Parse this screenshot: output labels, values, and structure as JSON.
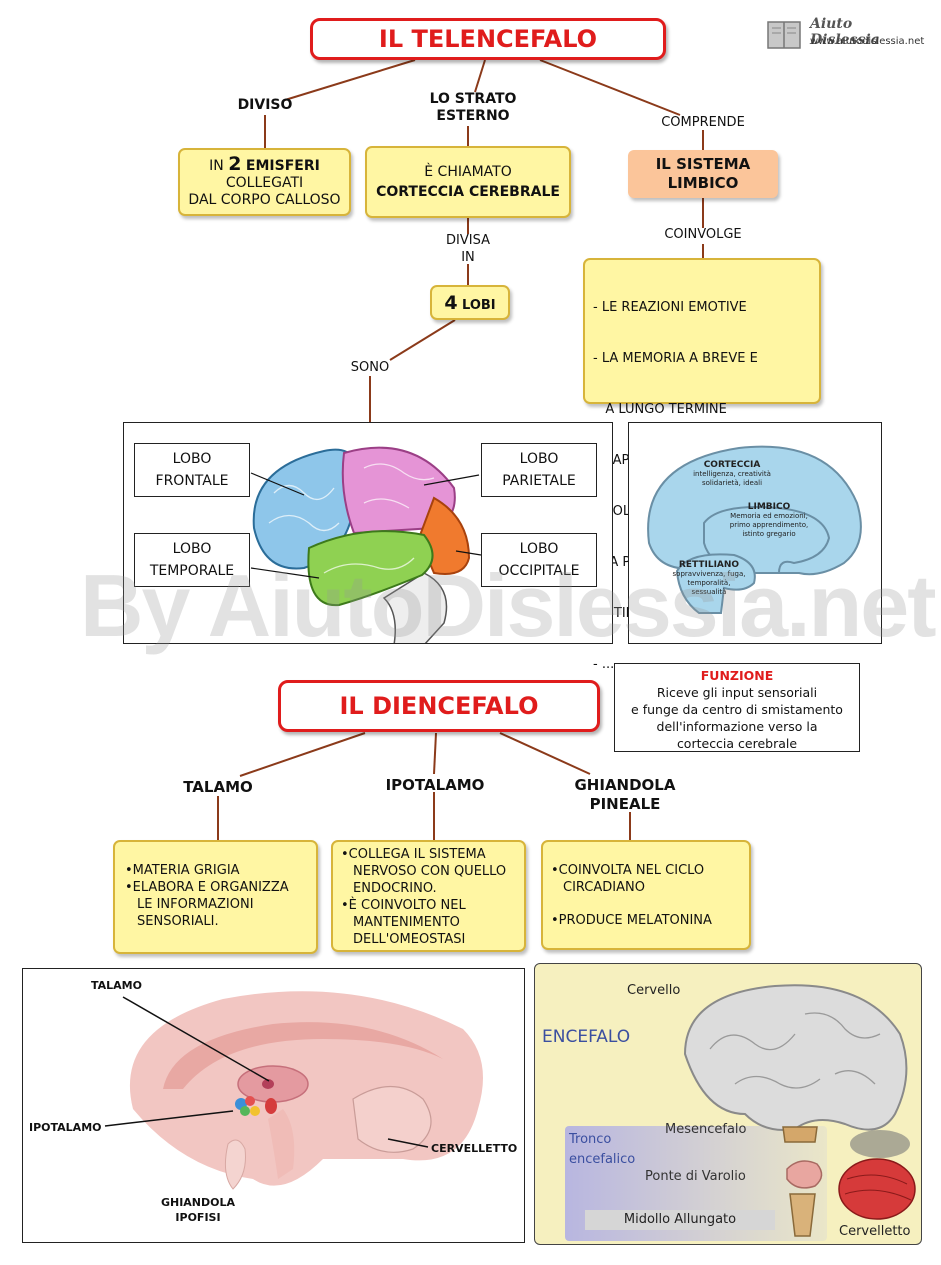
{
  "logo": {
    "name": "Aiuto Dislessia",
    "url": "www.aiutodislessia.net"
  },
  "watermark": "By AiutoDislessia.net",
  "telencefalo": {
    "title": "IL TELENCEFALO",
    "diviso": {
      "connector": "DIVISO",
      "box_pre": "IN",
      "box_num": "2",
      "box_bold": "EMISFERI",
      "box_line2": "COLLEGATI",
      "box_line3": "DAL CORPO CALLOSO"
    },
    "strato": {
      "connector_line1": "LO STRATO",
      "connector_line2": "ESTERNO",
      "box_line1": "È CHIAMATO",
      "box_line2": "CORTECCIA CEREBRALE",
      "divisa_line1": "DIVISA",
      "divisa_line2": "IN",
      "lobi_num": "4",
      "lobi_word": "LOBI",
      "sono": "SONO"
    },
    "comprende": {
      "connector": "COMPRENDE",
      "box_line1": "IL SISTEMA",
      "box_line2": "LIMBICO",
      "coinvolge": "COINVOLGE",
      "items": [
        "- LE REAZIONI EMOTIVE",
        "- LA MEMORIA A BREVE E",
        "   A LUNGO TERMINE",
        "- L'APPRENDIMENTO",
        "- L'OLFATTO",
        "- LA PERCEZIONE DEL TEMPO",
        "- ISTINTO DI SOPRAVVIVENZA",
        "- ..........."
      ]
    },
    "lobes": {
      "frontale": [
        "LOBO",
        "FRONTALE"
      ],
      "parietale": [
        "LOBO",
        "PARIETALE"
      ],
      "temporale": [
        "LOBO",
        "TEMPORALE"
      ],
      "occipitale": [
        "LOBO",
        "OCCIPITALE"
      ]
    },
    "triune": {
      "corteccia_title": "CORTECCIA",
      "corteccia_l1": "intelligenza, creatività",
      "corteccia_l2": "solidarietà, ideali",
      "limbico_title": "LIMBICO",
      "limbico_l1": "Memoria ed emozioni,",
      "limbico_l2": "primo apprendimento,",
      "limbico_l3": "istinto gregario",
      "rettiliano_title": "RETTILIANO",
      "rettiliano_l1": "sopravvivenza, fuga,",
      "rettiliano_l2": "temporalità,",
      "rettiliano_l3": "sessualità"
    }
  },
  "funzione": {
    "title": "FUNZIONE",
    "lines": [
      "Riceve gli input sensoriali",
      "e funge da centro di smistamento",
      "dell'informazione verso la",
      "corteccia cerebrale"
    ]
  },
  "diencefalo": {
    "title": "IL DIENCEFALO",
    "talamo": {
      "label": "TALAMO",
      "items": [
        "MATERIA GRIGIA",
        "ELABORA E ORGANIZZA LE INFORMAZIONI SENSORIALI."
      ]
    },
    "ipotalamo": {
      "label": "IPOTALAMO",
      "items": [
        "COLLEGA IL SISTEMA NERVOSO CON QUELLO ENDOCRINO.",
        "È COINVOLTO NEL MANTENIMENTO DELL'OMEOSTASI"
      ]
    },
    "pineale": {
      "label_line1": "GHIANDOLA",
      "label_line2": "PINEALE",
      "items": [
        "COINVOLTA NEL CICLO CIRCADIANO",
        "PRODUCE MELATONINA"
      ]
    }
  },
  "section_image": {
    "talamo": "TALAMO",
    "ipotalamo": "IPOTALAMO",
    "cervelletto": "CERVELLETTO",
    "ipofisi_line1": "GHIANDOLA",
    "ipofisi_line2": "IPOFISI"
  },
  "encefalo_image": {
    "title": "ENCEFALO",
    "cervello": "Cervello",
    "tronco_line1": "Tronco",
    "tronco_line2": "encefalico",
    "mesencefalo": "Mesencefalo",
    "ponte": "Ponte di Varolio",
    "midollo": "Midollo Allungato",
    "cervelletto": "Cervelletto"
  },
  "colors": {
    "title_red": "#e01c1c",
    "box_yellow": "#fff6a3",
    "box_border": "#d7b43a",
    "limbic_orange": "#fbc59a",
    "connector_brown": "#8b3a1a"
  }
}
